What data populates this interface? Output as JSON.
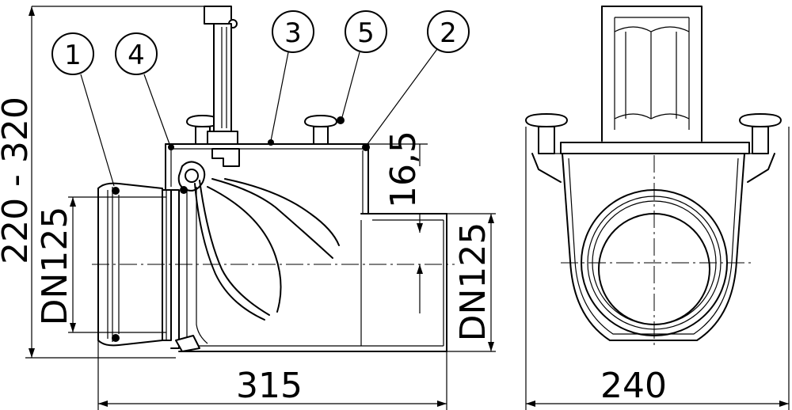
{
  "callouts": [
    "1",
    "4",
    "3",
    "5",
    "2"
  ],
  "dimensions": {
    "height_range": "220 - 320",
    "inlet_dn": "DN125",
    "outlet_dn": "DN125",
    "offset": "16,5",
    "length": "315",
    "width": "240"
  }
}
